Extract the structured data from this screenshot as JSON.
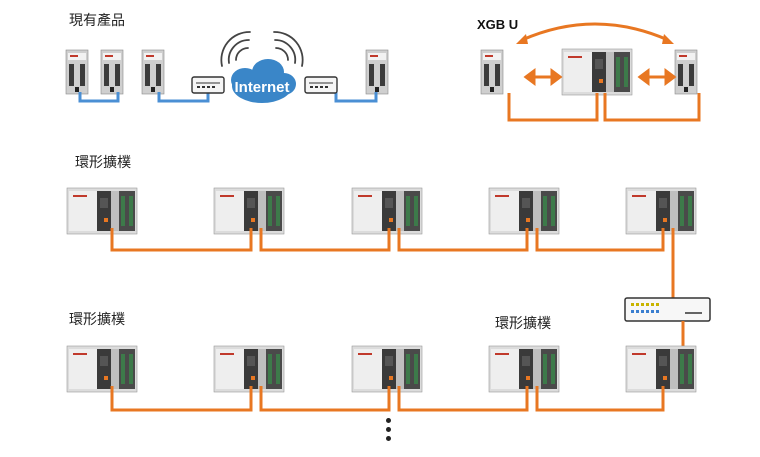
{
  "labels": {
    "existing_products": "現有產品",
    "xgb_u": "XGB U",
    "ring_topology_1": "環形擴樸",
    "ring_topology_2": "環形擴樸",
    "ring_topology_3": "環形擴樸",
    "internet": "Internet"
  },
  "colors": {
    "orange_link": "#e87722",
    "blue_link": "#4a8fd4",
    "cloud": "#3a86c8",
    "plc_body": "#d9d9d9"
  }
}
